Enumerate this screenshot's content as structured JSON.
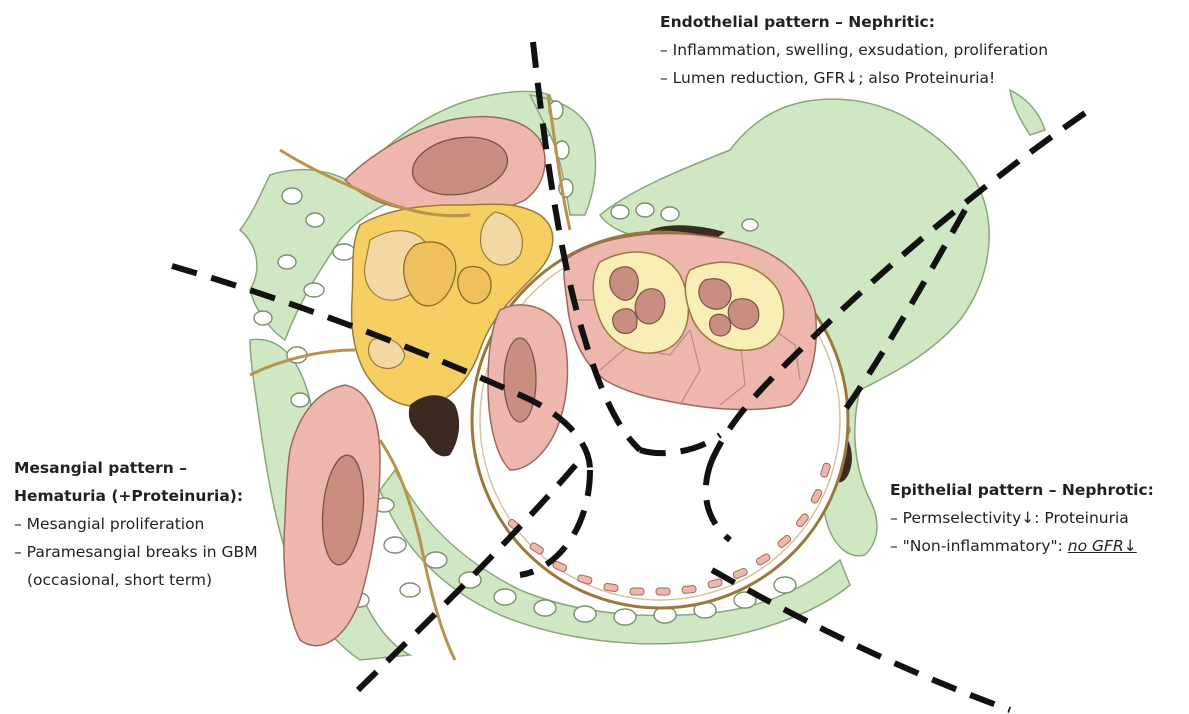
{
  "endothelial": {
    "title": "Endothelial pattern – Nephritic:",
    "items": [
      "– Inflammation, swelling, exsudation, proliferation",
      "– Lumen reduction, GFR↓; also Proteinuria!"
    ]
  },
  "mesangial": {
    "title_line1": "Mesangial pattern –",
    "title_line2": "Hematuria (+Proteinuria):",
    "items": [
      "– Mesangial proliferation",
      "– Paramesangial breaks in GBM",
      "(occasional, short term)"
    ]
  },
  "epithelial": {
    "title": "Epithelial pattern – Nephrotic:",
    "item1": "– Permselectivity↓: Proteinuria",
    "item2_prefix": "– \"Non-inflammatory\": ",
    "item2_emph": "no GFR↓"
  },
  "colors": {
    "podocyte_green": "#cfe8c3",
    "endothelium_pink": "#eeb7ae",
    "mesangium_yellow": "#f6cf63",
    "nucleus_brown": "#c98e80",
    "swollen_cell_cream": "#f9efb6",
    "dark_deposit": "#3b2a20",
    "dashed_line": "#111111",
    "outline": "#7a5a3a"
  }
}
